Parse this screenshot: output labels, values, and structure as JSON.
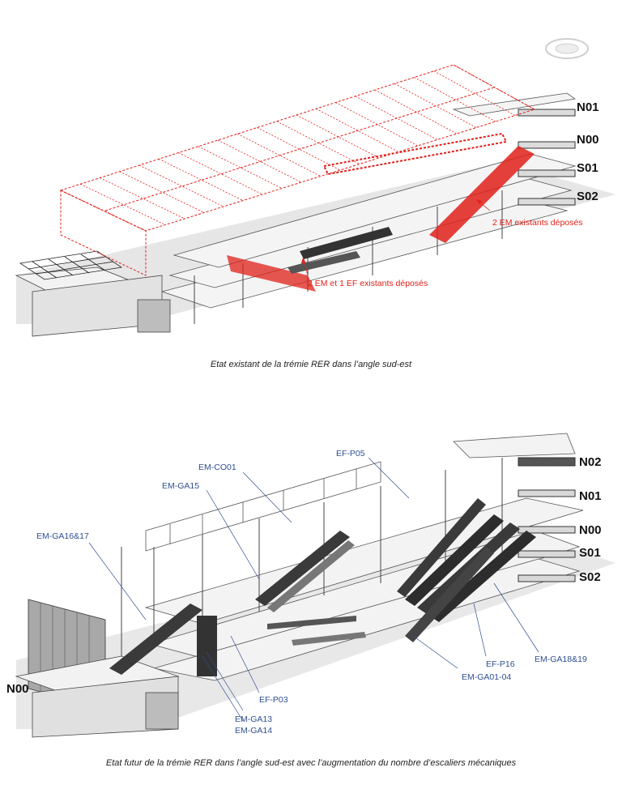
{
  "top": {
    "levels": [
      "N01",
      "N00",
      "S01",
      "S02"
    ],
    "annotations": [
      "2 EM existants déposés",
      "2 EM et 1 EF existants déposés"
    ],
    "caption": "Etat existant de la trémie RER dans l’angle sud-est",
    "colors": {
      "demolition": "#e0201a"
    }
  },
  "bottom": {
    "levels": [
      "N02",
      "N01",
      "N00",
      "S01",
      "S02"
    ],
    "left_level": "N00",
    "annotations": [
      "EF-P05",
      "EM-CO01",
      "EM-GA15",
      "EM-GA16&17",
      "EF-P16",
      "EM-GA18&19",
      "EM-GA01-04",
      "EF-P03",
      "EM-GA13",
      "EM-GA14"
    ],
    "caption": "Etat futur de la trémie RER dans l’angle sud-est avec l’augmentation du nombre d’escaliers mécaniques",
    "colors": {
      "annotation": "#2f4f8f"
    }
  }
}
